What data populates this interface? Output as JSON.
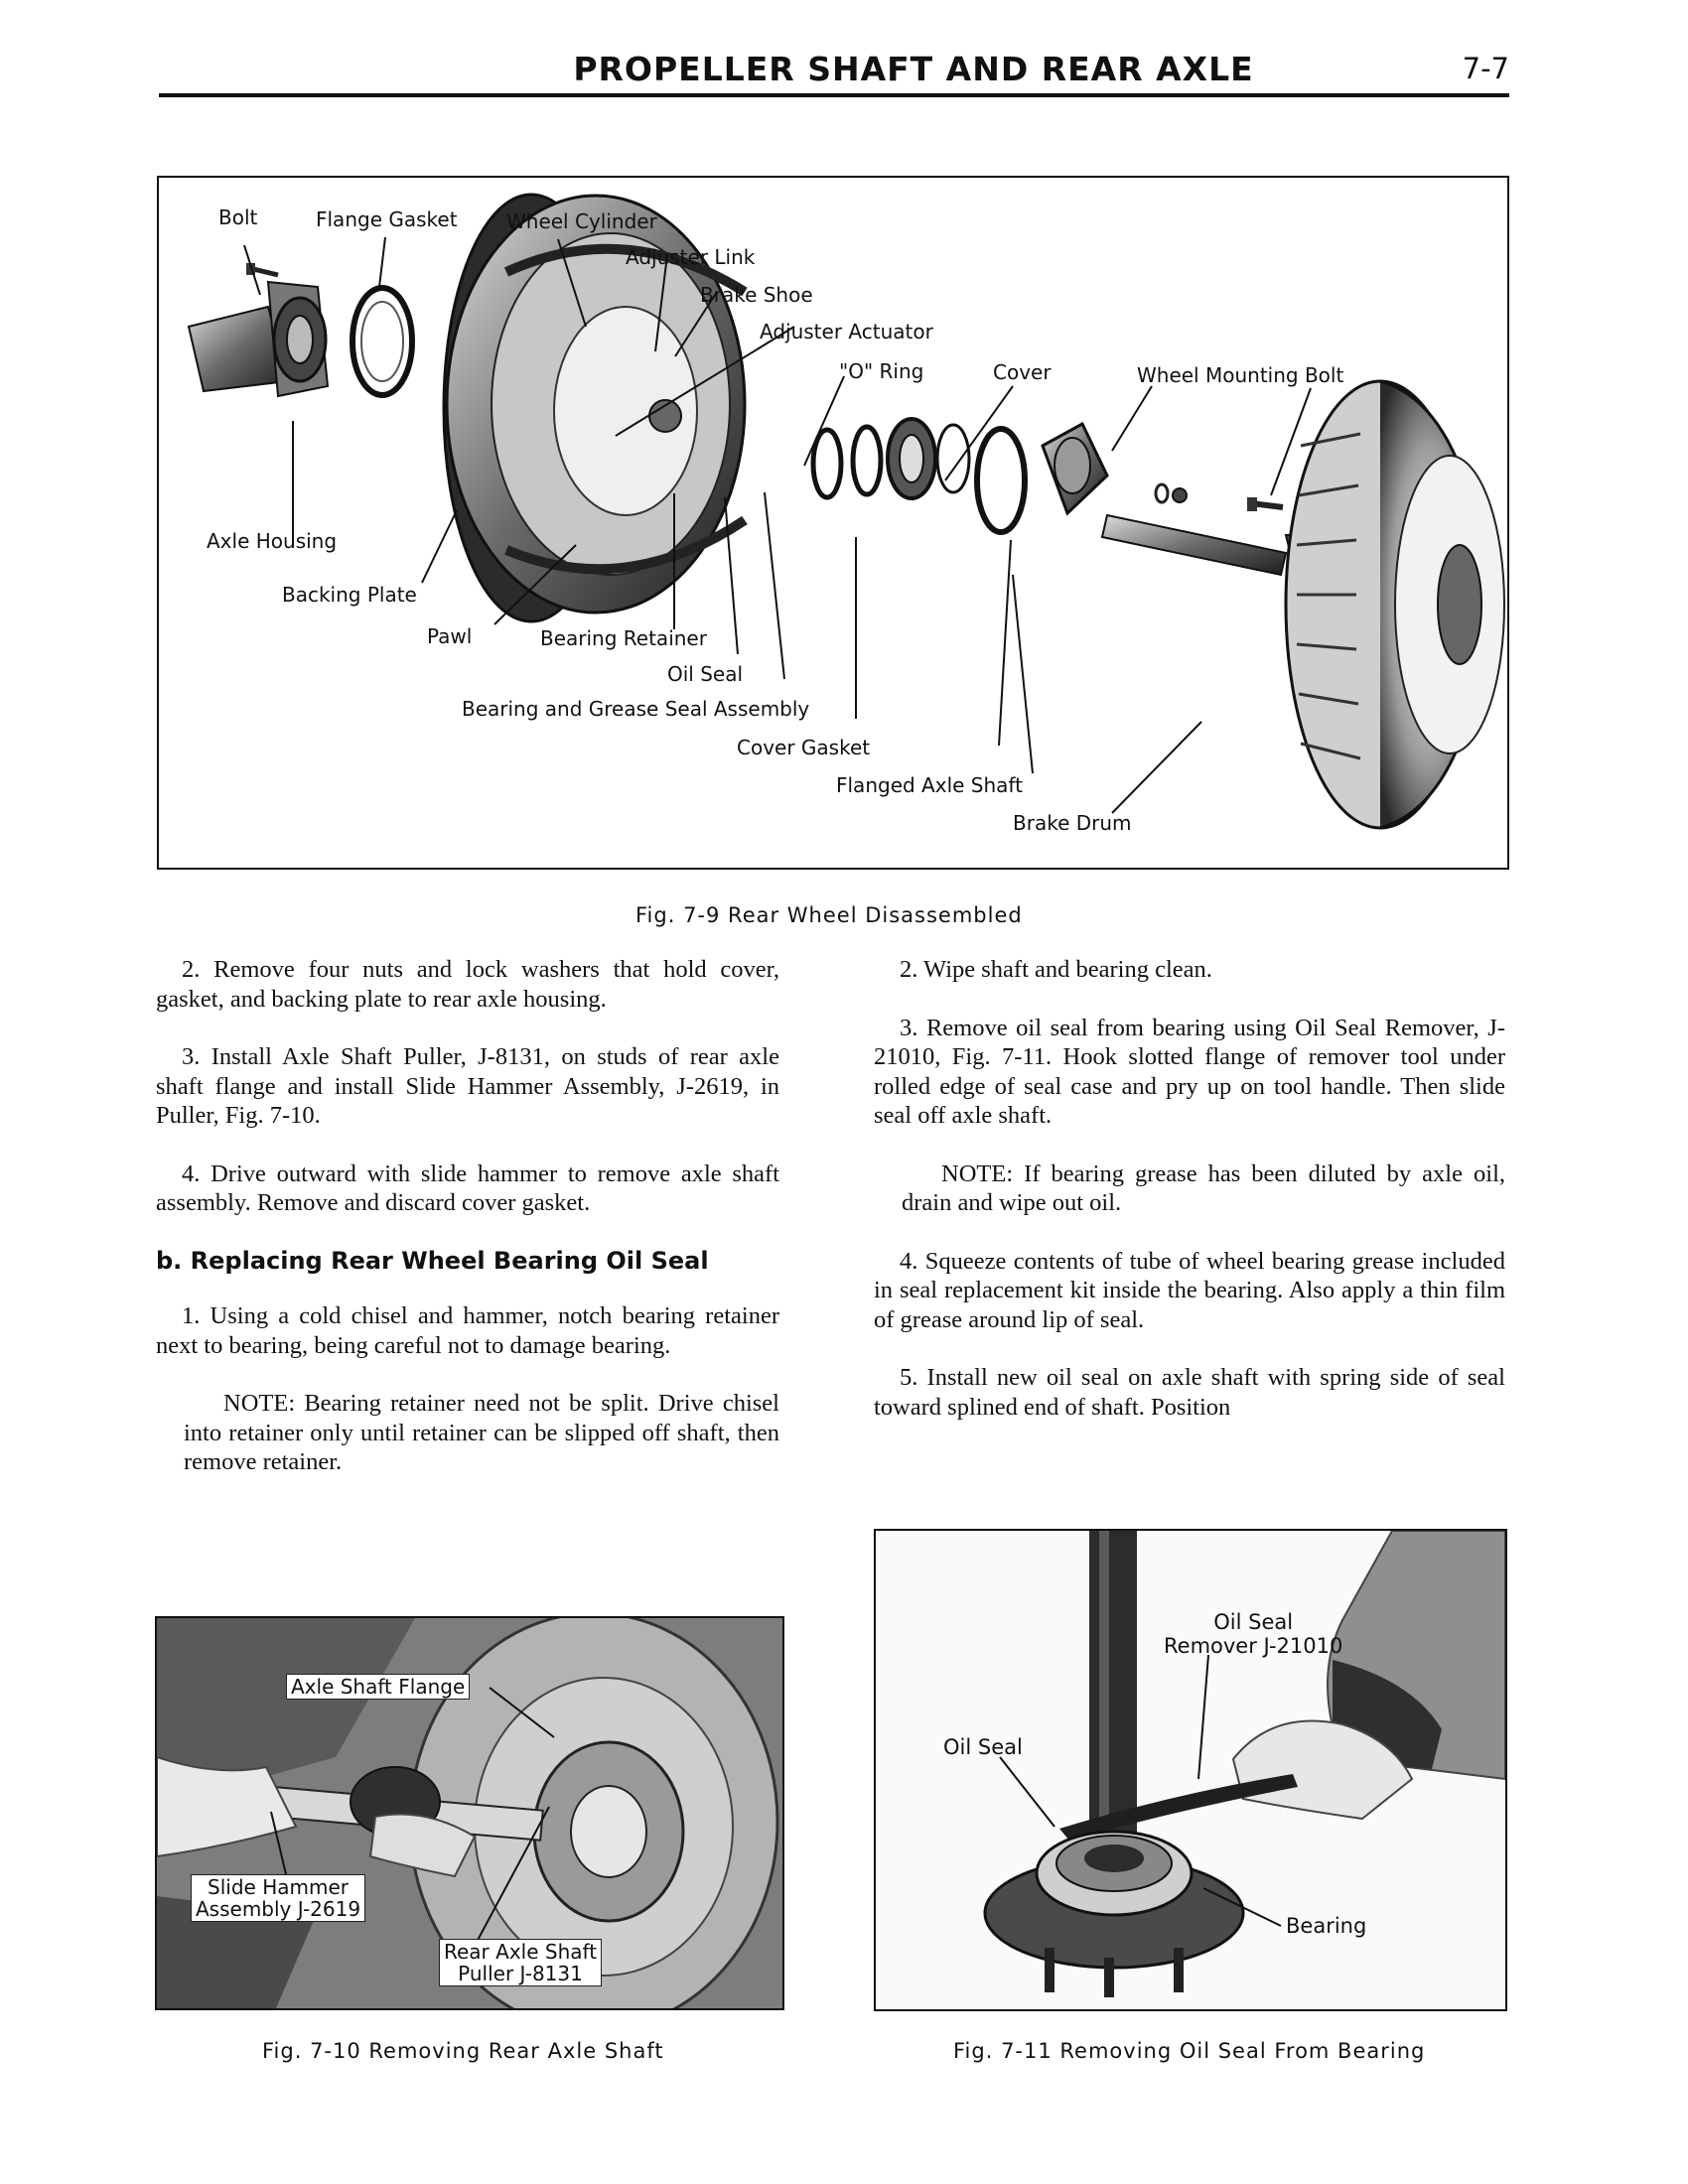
{
  "header": {
    "title": "PROPELLER SHAFT AND REAR AXLE",
    "page_number": "7-7"
  },
  "figure_9": {
    "labels": {
      "bolt": "Bolt",
      "flange_gasket": "Flange Gasket",
      "wheel_cylinder": "Wheel Cylinder",
      "adjuster_link": "Adjuster Link",
      "brake_shoe": "Brake Shoe",
      "adjuster_actuator": "Adjuster Actuator",
      "o_ring": "\"O\" Ring",
      "cover": "Cover",
      "wheel_mounting_bolt": "Wheel Mounting Bolt",
      "axle_housing": "Axle Housing",
      "backing_plate": "Backing Plate",
      "pawl": "Pawl",
      "bearing_retainer": "Bearing Retainer",
      "oil_seal": "Oil Seal",
      "bearing_and_grease_seal_assembly": "Bearing and Grease Seal Assembly",
      "cover_gasket": "Cover Gasket",
      "flanged_axle_shaft": "Flanged Axle Shaft",
      "brake_drum": "Brake Drum"
    },
    "caption": "Fig. 7-9  Rear Wheel Disassembled"
  },
  "left_column": {
    "p2": "2. Remove four nuts and lock washers that hold cover, gasket, and backing plate to rear axle housing.",
    "p3": "3. Install Axle Shaft Puller, J-8131, on studs of rear axle shaft flange and install Slide Hammer Assembly, J-2619, in Puller, Fig. 7-10.",
    "p4": "4. Drive outward with slide hammer to remove axle shaft assembly. Remove and discard cover gasket.",
    "heading": "b. Replacing Rear Wheel Bearing Oil Seal",
    "p1": "1. Using a cold chisel and hammer, notch bearing retainer next to bearing, being careful not to damage bearing.",
    "note": "NOTE: Bearing retainer need not be split. Drive chisel into retainer only until retainer can be slipped off shaft, then remove retainer."
  },
  "right_column": {
    "p2": "2. Wipe shaft and bearing clean.",
    "p3": "3. Remove oil seal from bearing using Oil Seal Remover, J-21010, Fig. 7-11. Hook slotted flange of remover tool under rolled edge of seal case and pry up on tool handle. Then slide seal off axle shaft.",
    "note": "NOTE: If bearing grease has been diluted by axle oil, drain and wipe out oil.",
    "p4": "4. Squeeze contents of tube of wheel bearing grease included in seal replacement kit inside the bearing. Also apply a thin film of grease around lip of seal.",
    "p5": "5. Install new oil seal on axle shaft with spring side of seal toward splined end of shaft. Position"
  },
  "figure_10": {
    "labels": {
      "axle_shaft_flange": "Axle Shaft Flange",
      "slide_hammer_1": "Slide Hammer",
      "slide_hammer_2": "Assembly J-2619",
      "puller_1": "Rear Axle Shaft",
      "puller_2": "Puller J-8131"
    },
    "caption": "Fig. 7-10  Removing Rear Axle Shaft"
  },
  "figure_11": {
    "labels": {
      "remover_1": "Oil Seal",
      "remover_2": "Remover J-21010",
      "oil_seal": "Oil Seal",
      "bearing": "Bearing"
    },
    "caption": "Fig. 7-11  Removing Oil Seal From Bearing"
  }
}
